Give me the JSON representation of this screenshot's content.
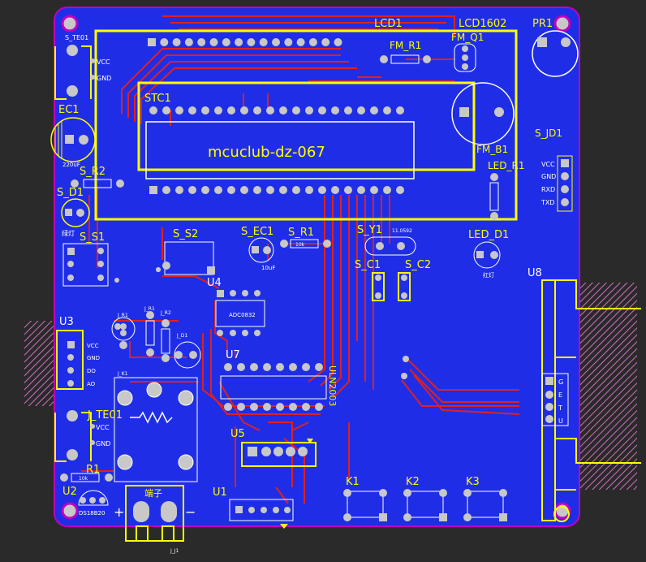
{
  "colors": {
    "background": "#2a2a2a",
    "board": "#1f2ee6",
    "board_edge": "#c000c0",
    "silkscreen": "#ffff00",
    "overlay": "#ffffff",
    "trace_top": "#e02020",
    "pad": "#c8c8c8",
    "hatch": "#d070c0"
  },
  "labels": {
    "lcd1": "LCD1",
    "lcd1602": "LCD1602",
    "pr1": "PR1",
    "fm_r1": "FM_R1",
    "fm_q1": "FM_Q1",
    "stc1": "STC1",
    "ec1": "EC1",
    "s_r2": "S_R2",
    "s_d1": "S_D1",
    "s_s1": "S_S1",
    "s_s2": "S_S2",
    "s_ec1": "S_EC1",
    "s_r1": "S_R1",
    "s_y1": "S_Y1",
    "s_c1": "S_C1",
    "s_c2": "S_C2",
    "fm_b1": "FM_B1",
    "led_r1": "LED_R1",
    "s_jd1": "S_JD1",
    "led_d1": "LED_D1",
    "u3": "U3",
    "u4": "U4",
    "u7": "U7",
    "u8": "U8",
    "u5": "U5",
    "u1": "U1",
    "u2": "U2",
    "j_te01": "J_TE01",
    "r1": "R1",
    "k1": "K1",
    "k2": "K2",
    "k3": "K3",
    "title": "mcuclub-dz-067",
    "uln2003": "ULN2003",
    "adc0832": "ADC0832",
    "ds18b20": "DS18B20",
    "duanzi": "端子",
    "plus": "+",
    "minus": "−"
  },
  "small_text": {
    "s_te01": "S_TE01",
    "vcc": "VCC",
    "gnd": "GND",
    "cap_value": "220uF",
    "res_10k": "10k",
    "ec_10uf": "10uF",
    "crystal": "11.0592",
    "jd_vcc": "VCC",
    "jd_gnd": "GND",
    "jd_rxd": "RXD",
    "jd_txd": "TXD",
    "u3_vcc": "VCC",
    "u3_gnd": "GND",
    "u3_do": "DO",
    "u3_ao": "AO",
    "jr1": "J_R1",
    "jr2": "J_R2",
    "jd1": "J_D1",
    "jk1": "J_K1",
    "u8_g": "G",
    "u8_e": "E",
    "u8_t": "T",
    "u8_u": "U",
    "jj1": "J_J1",
    "led_red": "红灯",
    "s_d1_red": "绿灯"
  }
}
